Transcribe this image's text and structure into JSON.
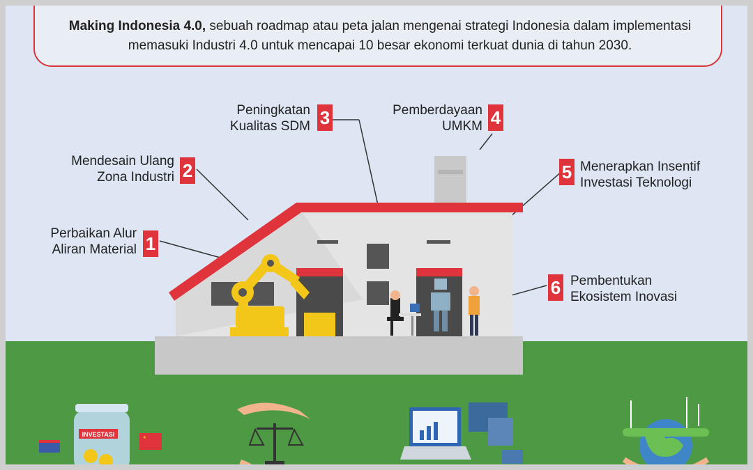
{
  "intro": {
    "bold": "Making Indonesia 4.0,",
    "line1_rest": " sebuah roadmap atau peta jalan mengenai strategi Indonesia dalam implementasi",
    "line2": "memasuki Industri 4.0 untuk mencapai 10 besar ekonomi terkuat dunia di tahun 2030."
  },
  "steps": [
    {
      "num": "1",
      "line1": "Perbaikan Alur",
      "line2": "Aliran Material"
    },
    {
      "num": "2",
      "line1": "Mendesain Ulang",
      "line2": "Zona Industri"
    },
    {
      "num": "3",
      "line1": "Peningkatan",
      "line2": "Kualitas SDM"
    },
    {
      "num": "4",
      "line1": "Pemberdayaan",
      "line2": "UMKM"
    },
    {
      "num": "5",
      "line1": "Menerapkan Insentif",
      "line2": "Investasi Teknologi"
    },
    {
      "num": "6",
      "line1": "Pembentukan",
      "line2": "Ekosistem Inovasi"
    }
  ],
  "jar_label": "INVESTASI",
  "colors": {
    "accent": "#e0343c",
    "sky": "#dde6f2",
    "grass": "#4e9a44",
    "wall": "#e4e4e4"
  }
}
